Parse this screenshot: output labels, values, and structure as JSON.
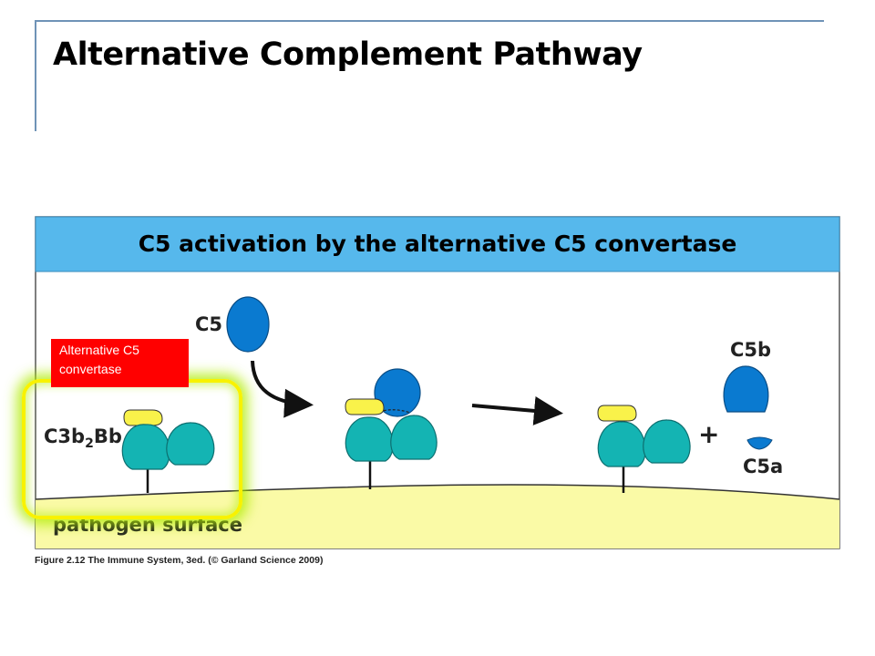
{
  "slide": {
    "title": "Alternative Complement Pathway"
  },
  "figure": {
    "header": "C5 activation by the alternative C5 convertase",
    "labels": {
      "c5": "C5",
      "complex": "C3b₂Bb",
      "c5b": "C5b",
      "c5a": "C5a",
      "plus": "+",
      "surface": "pathogen surface"
    },
    "caption": "Figure 2.12 The Immune System, 3ed. (© Garland Science 2009)"
  },
  "callout": {
    "line1": "Alternative C5",
    "line2": "convertase"
  },
  "colors": {
    "header_band": "#56b8ec",
    "membrane": "#fafaa6",
    "c5_blue": "#0a7ad0",
    "bb_teal": "#14b4b3",
    "c3b_yellow": "#f9f24a",
    "callout_red": "#ff0000",
    "highlight_yellow": "#f8f200",
    "frame_blue": "#6f93b7"
  }
}
